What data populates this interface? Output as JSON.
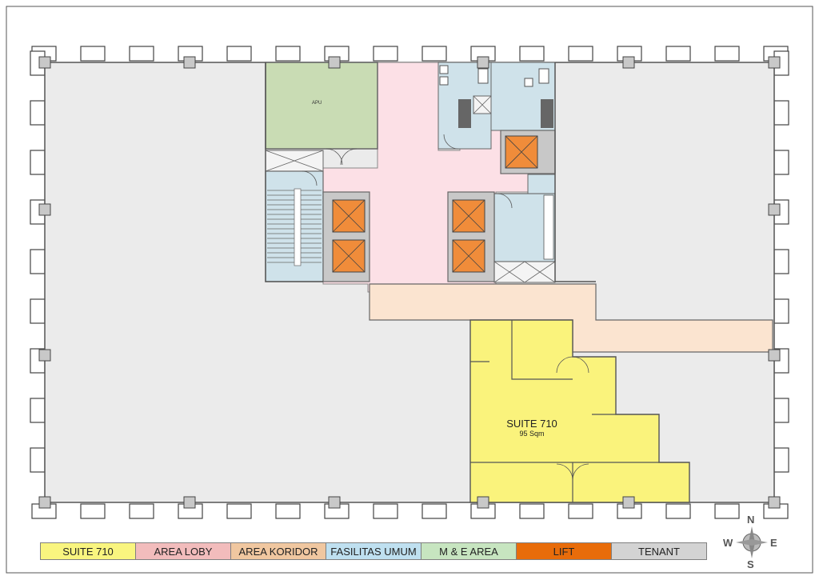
{
  "plan": {
    "apu_label": "APU",
    "suite_name": "SUITE 710",
    "suite_area": "95 Sqm"
  },
  "legend": [
    {
      "label": "SUITE 710",
      "color": "#f9f57f"
    },
    {
      "label": "AREA LOBY",
      "color": "#f2bcbc"
    },
    {
      "label": "AREA KORIDOR",
      "color": "#f0c7a0"
    },
    {
      "label": "FASILITAS UMUM",
      "color": "#bfe0f0"
    },
    {
      "label": "M & E AREA",
      "color": "#c7e5c0"
    },
    {
      "label": "LIFT",
      "color": "#e86c0a"
    },
    {
      "label": "TENANT",
      "color": "#d3d3d3"
    }
  ],
  "compass": {
    "n": "N",
    "s": "S",
    "e": "E",
    "w": "W"
  },
  "colors": {
    "tenant": "#ebebeb",
    "lobby": "#fce0e6",
    "corridor": "#fbe4d0",
    "suite": "#faf37c",
    "facility": "#cfe2ea",
    "me_area": "#c9dcb4",
    "lift": "#f08c3a",
    "lift_frame": "#c8c8c8"
  }
}
